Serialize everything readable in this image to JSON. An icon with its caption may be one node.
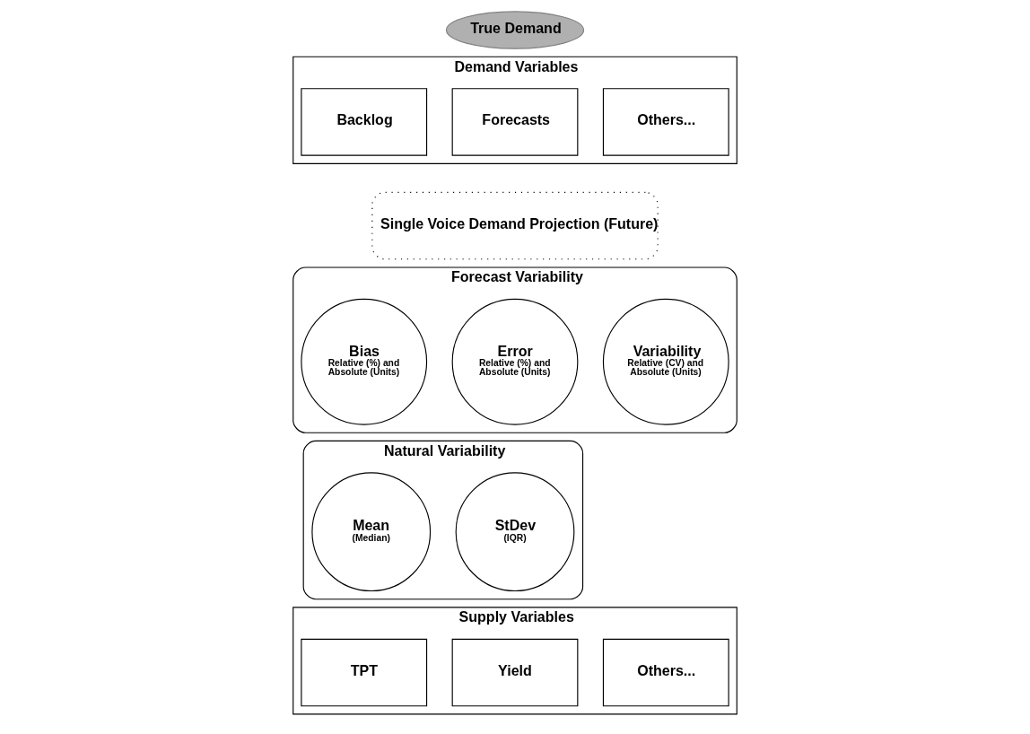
{
  "diagram": {
    "nodes": [
      {
        "text": [
          "True Demand"
        ]
      },
      {
        "text": [
          "Demand Variables"
        ]
      },
      {
        "text": [
          "Backlog"
        ],
        "in": 1
      },
      {
        "text": [
          "Forecasts"
        ],
        "in": 1
      },
      {
        "text": [
          "Others..."
        ],
        "in": 1
      },
      {
        "text": [
          "Single Voice Demand Projection (Future)"
        ]
      },
      {
        "text": [
          "Forecast Variability"
        ]
      },
      {
        "text": [
          "Bias",
          "Relative (%) and Absolute (Units)"
        ],
        "in": 6
      },
      {
        "text": [
          "Error",
          "Relative (%) and Absolute (Units)"
        ],
        "in": 6
      },
      {
        "text": [
          "Variability",
          "Relative (CV) and Absolute (Units)"
        ],
        "in": 6
      },
      {
        "text": [
          "Natural Variability"
        ]
      },
      {
        "text": [
          "Mean",
          "(Median)"
        ],
        "in": 10
      },
      {
        "text": [
          "StDev",
          "(IQR)"
        ],
        "in": 10
      },
      {
        "text": [
          "Supply Variables"
        ]
      },
      {
        "text": [
          "TPT"
        ],
        "in": 13
      },
      {
        "text": [
          "Yield"
        ],
        "in": 13
      },
      {
        "text": [
          "Others..."
        ],
        "in": 13
      }
    ],
    "edges": []
  }
}
